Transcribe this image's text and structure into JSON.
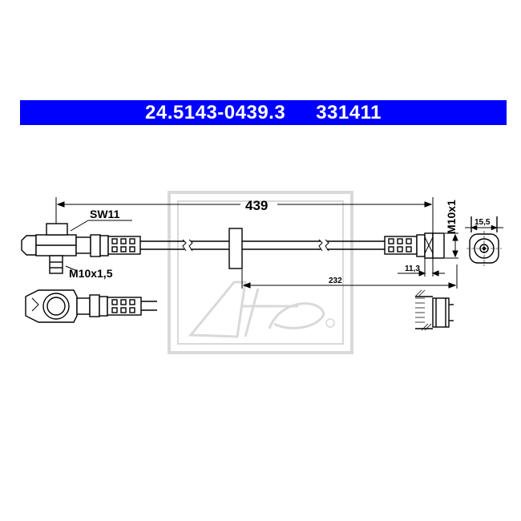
{
  "header": {
    "part_number": "24.5143-0439.3",
    "ref_number": "331411",
    "background_color": "#0000ff",
    "text_color": "#ffffff"
  },
  "dimensions": {
    "total_length": "439",
    "partial_length": "232",
    "end_offset": "11,3",
    "end_diameter": "15,5"
  },
  "labels": {
    "wrench_size": "SW11",
    "thread_left": "M10x1,5",
    "thread_right": "M10x1"
  },
  "watermark": {
    "brand": "Ate",
    "color": "#d8d8d8"
  }
}
